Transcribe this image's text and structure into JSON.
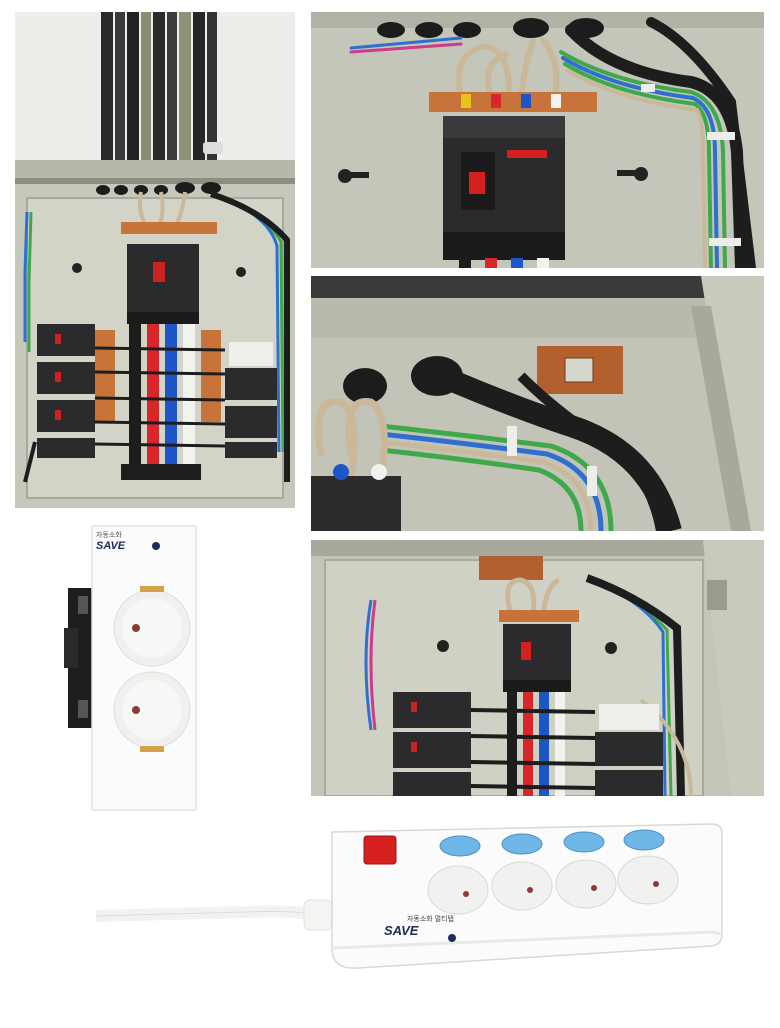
{
  "colors": {
    "enclosure": "#c8c9bd",
    "enclosure_shadow": "#9fa194",
    "breaker_body": "#2b2b2d",
    "busbar": "#c8733a",
    "phase_yellow": "#e6c21a",
    "phase_red": "#d9262a",
    "phase_blue": "#1e55c8",
    "phase_white": "#f2f2ee",
    "wire_green": "#3fa84a",
    "wire_blue": "#2f6fd0",
    "outlet_white": "#fbfbfb",
    "switch_red": "#d62020",
    "indicator_blue": "#6fb7e6",
    "brand_navy": "#1e2d57"
  },
  "wall_outlet": {
    "brand_korean": "자동소화",
    "brand_name": "SAVE"
  },
  "power_strip": {
    "brand_korean": "자동소화 멀티탭",
    "brand_name": "SAVE"
  }
}
